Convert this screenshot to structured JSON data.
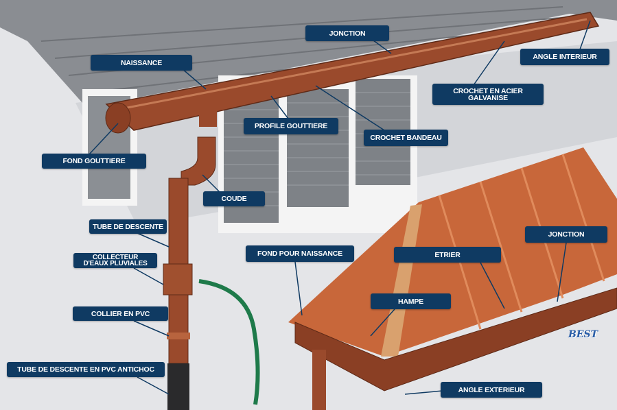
{
  "labels": {
    "jonction_top": "JONCTION",
    "naissance": "NAISSANCE",
    "angle_interieur": "ANGLE INTERIEUR",
    "crochet_acier": "CROCHET EN ACIER GALVANISE",
    "profile_gouttiere": "PROFILE GOUTTIERE",
    "crochet_bandeau": "CROCHET BANDEAU",
    "fond_gouttiere": "FOND GOUTTIERE",
    "coude": "COUDE",
    "tube_descente": "TUBE DE DESCENTE",
    "collecteur": "COLLECTEUR D'EAUX PLUVIALES",
    "collier_pvc": "COLLIER EN PVC",
    "tube_antichoc": "TUBE DE DESCENTE EN PVC ANTICHOC",
    "fond_naissance": "FOND POUR NAISSANCE",
    "etrier": "ETRIER",
    "jonction_bottom": "JONCTION",
    "hampe": "HAMPE",
    "angle_exterieur": "ANGLE EXTERIEUR"
  },
  "logo": "BEST",
  "colors": {
    "label_bg": "#0f3a62",
    "copper": "#9a4a2c",
    "roof_copper": "#c8673a",
    "hose": "#1e7a4a"
  }
}
